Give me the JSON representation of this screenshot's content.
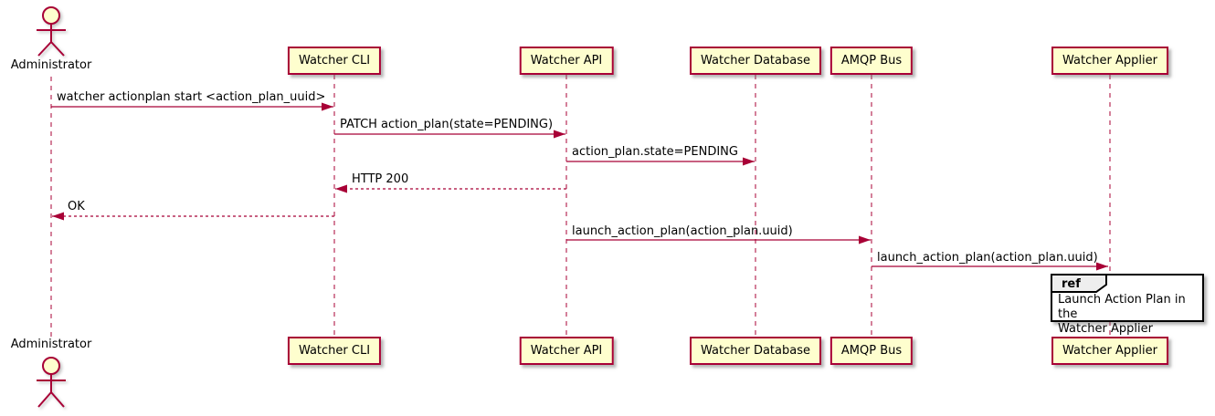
{
  "diagram": {
    "type": "plantuml-sequence",
    "actor": {
      "name": "Administrator"
    },
    "participants": [
      {
        "name": "Watcher CLI"
      },
      {
        "name": "Watcher API"
      },
      {
        "name": "Watcher Database"
      },
      {
        "name": "AMQP Bus"
      },
      {
        "name": "Watcher Applier"
      }
    ],
    "messages": [
      {
        "from": "Administrator",
        "to": "Watcher CLI",
        "text": "watcher actionplan start <action_plan_uuid>",
        "style": "solid"
      },
      {
        "from": "Watcher CLI",
        "to": "Watcher API",
        "text": "PATCH action_plan(state=PENDING)",
        "style": "solid"
      },
      {
        "from": "Watcher API",
        "to": "Watcher Database",
        "text": "action_plan.state=PENDING",
        "style": "solid"
      },
      {
        "from": "Watcher API",
        "to": "Watcher CLI",
        "text": "HTTP 200",
        "style": "dashed-return"
      },
      {
        "from": "Watcher CLI",
        "to": "Administrator",
        "text": "OK",
        "style": "dashed-return"
      },
      {
        "from": "Watcher API",
        "to": "AMQP Bus",
        "text": "launch_action_plan(action_plan.uuid)",
        "style": "solid"
      },
      {
        "from": "AMQP Bus",
        "to": "Watcher Applier",
        "text": "launch_action_plan(action_plan.uuid)",
        "style": "solid"
      }
    ],
    "ref": {
      "keyword": "ref",
      "lines": [
        "Launch Action Plan in the",
        "Watcher Applier"
      ]
    },
    "colors": {
      "participant_fill": "#FEFECE",
      "participant_border": "#A80036",
      "arrow": "#A80036",
      "lifeline": "#A80036",
      "text": "#000000",
      "ref_border": "#000000",
      "ref_header_fill": "#EEEEEE",
      "background": "#FFFFFF"
    }
  }
}
